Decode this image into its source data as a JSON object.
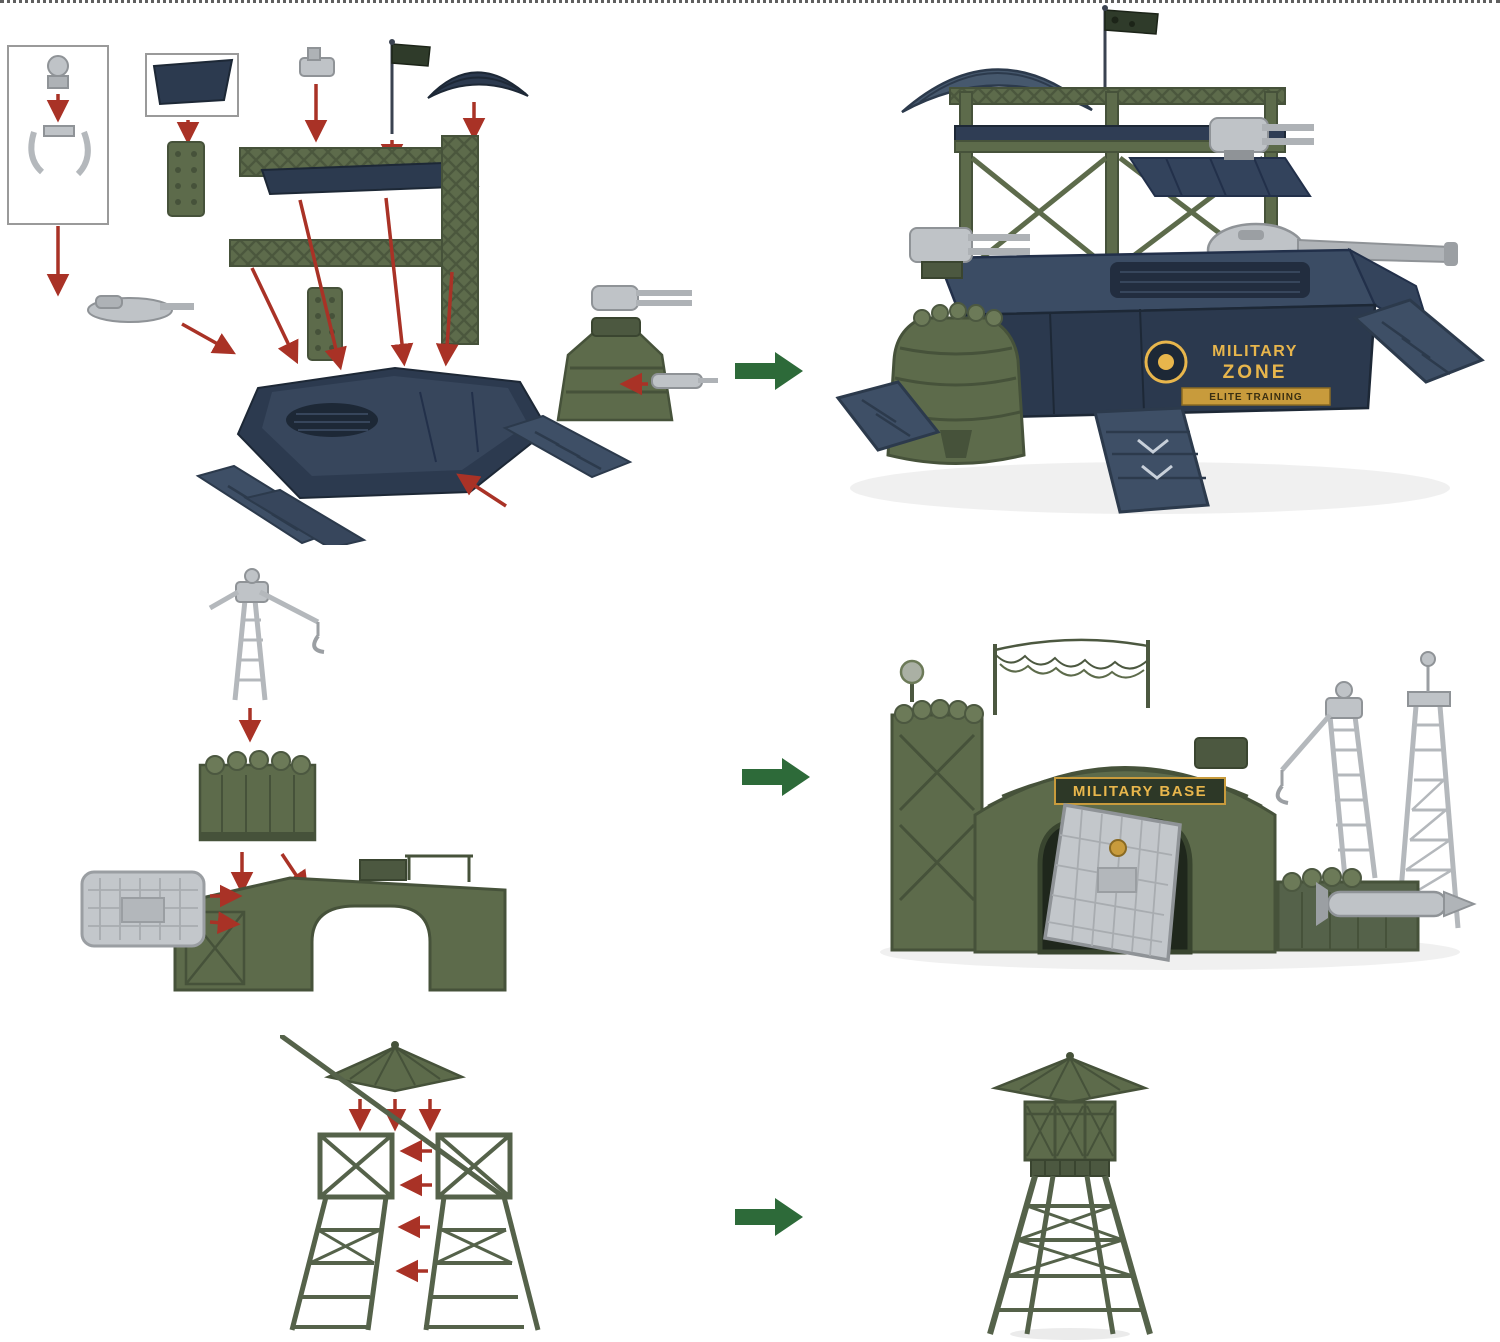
{
  "page": {
    "type": "toy-military-base-assembly-instructions",
    "background": "#ffffff"
  },
  "colors": {
    "army_green": "#5d6b4b",
    "army_green_dark": "#46523a",
    "navy": "#32415a",
    "navy_dark": "#232e42",
    "slate_ramp": "#3e4f66",
    "silver": "#bfc3c7",
    "red_arrow": "#a93226",
    "green_arrow": "#2d6a39",
    "gold": "#e8b64c"
  },
  "steps": [
    {
      "id": "main-base-playset",
      "result": {
        "logo_line1": "MILITARY",
        "logo_line2": "ZONE",
        "banner": "ELITE TRAINING"
      }
    },
    {
      "id": "gate-playset",
      "result": {
        "sign": "MILITARY BASE"
      }
    },
    {
      "id": "watch-tower",
      "result": {}
    }
  ]
}
